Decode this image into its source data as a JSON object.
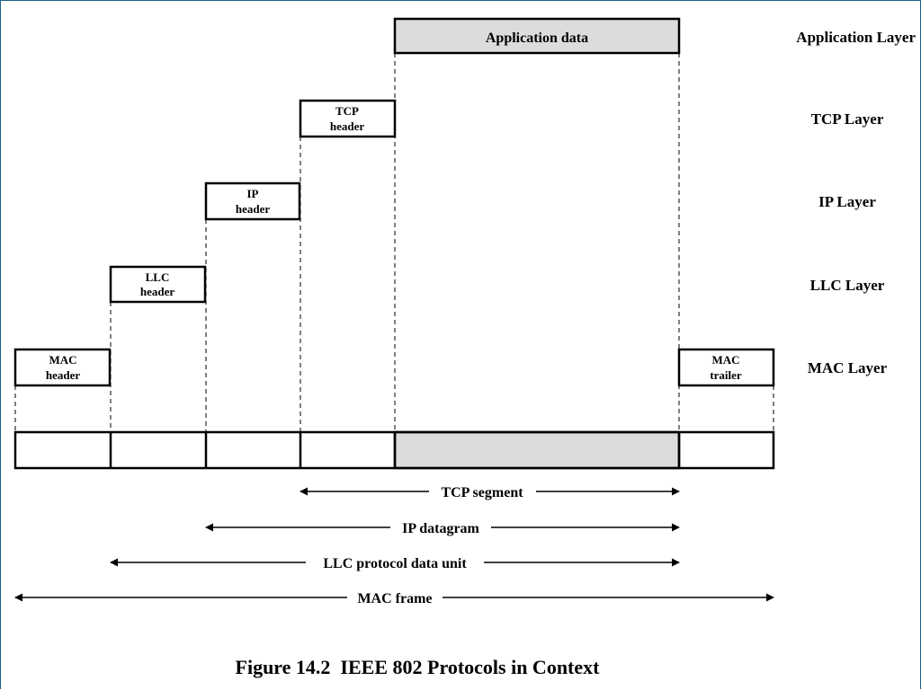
{
  "diagram": {
    "application_data": "Application data",
    "headers": {
      "tcp": [
        "TCP",
        "header"
      ],
      "ip": [
        "IP",
        "header"
      ],
      "llc": [
        "LLC",
        "header"
      ],
      "mac": [
        "MAC",
        "header"
      ],
      "mac_trailer": [
        "MAC",
        "trailer"
      ]
    },
    "layers": [
      "Application Layer",
      "TCP Layer",
      "IP Layer",
      "LLC Layer",
      "MAC Layer"
    ],
    "spans": [
      "TCP segment",
      "IP datagram",
      "LLC protocol data unit",
      "MAC frame"
    ],
    "caption": "Figure 14.2  IEEE 802 Protocols in Context"
  }
}
